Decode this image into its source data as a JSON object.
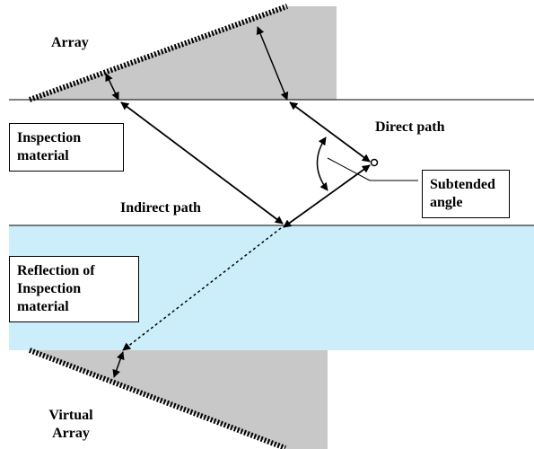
{
  "labels": {
    "array": "Array",
    "inspection_material_1": "Inspection",
    "inspection_material_2": "material",
    "direct_path": "Direct path",
    "subtended_1": "Subtended",
    "subtended_2": "angle",
    "indirect_path": "Indirect path",
    "reflection_1": "Reflection of",
    "reflection_2": "Inspection",
    "reflection_3": "material",
    "virtual_1": "Virtual",
    "virtual_2": "Array"
  },
  "colors": {
    "reflection_fill": "#cceefb",
    "array_fill": "#c8c8c8",
    "line": "#000000"
  }
}
